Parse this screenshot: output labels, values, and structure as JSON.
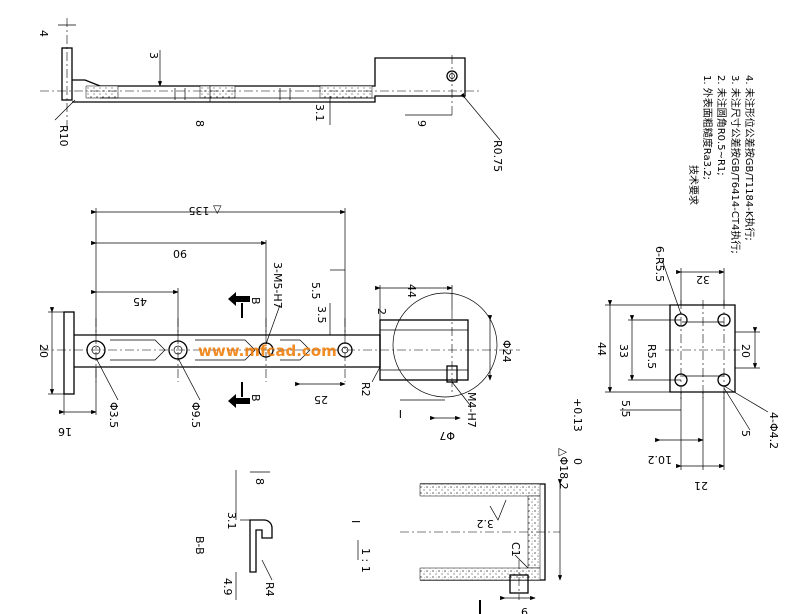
{
  "top_view": {
    "dims": {
      "d4": "4",
      "d3": "3",
      "d8": "8",
      "d31": "3.1",
      "d9": "9",
      "r10": "R10",
      "r075": "R0.75"
    }
  },
  "main_view": {
    "dims": {
      "d135": "△ 135",
      "d90": "90",
      "d45": "45",
      "d20": "20",
      "d16": "16",
      "hole35": "Φ3.5",
      "hole95": "Φ9.5",
      "m5": "3-M5-H7",
      "sec_b_top": "B",
      "sec_b_bot": "B",
      "d55": "5.5",
      "d35": "3.5",
      "d44": "44",
      "d2": "2",
      "d24": "Φ24",
      "r2": "R2",
      "d25": "25",
      "detail_i": "I",
      "m4": "M4-H7",
      "d7": "Φ7"
    }
  },
  "end_view": {
    "dims": {
      "r55a": "6-R5.5",
      "d32": "32",
      "d44": "44",
      "d33": "33",
      "r55b": "R5.5",
      "d20": "20",
      "d55": "5.5",
      "d5": "5",
      "d102": "10.2",
      "d21": "21",
      "hole42": "4-Φ4.2"
    }
  },
  "detail_view": {
    "dims": {
      "tol_upper": "+0.13",
      "tol_lower": "0",
      "dia": "△Φ18.2",
      "rough": "3.2",
      "c1": "C1",
      "d9": "9",
      "label_i": "I",
      "scale": "1 : 1"
    }
  },
  "section_view": {
    "dims": {
      "title": "B-B",
      "d8": "8",
      "d31": "3.1",
      "d49": "4.9",
      "r4": "R4"
    }
  },
  "tech_req": {
    "title": "技术要求",
    "lines": [
      "1. 外表面粗糙度Ra3.2;",
      "2. 未注圆角R0.5~R1;",
      "3. 未注尺寸公差按GB/T6414-CT4执行;",
      "4. 未注形位公差按GB/T1184-K执行;"
    ]
  },
  "watermark": "www.mfcad.com",
  "colors": {
    "watermark": "#f07800",
    "line": "#000000"
  }
}
